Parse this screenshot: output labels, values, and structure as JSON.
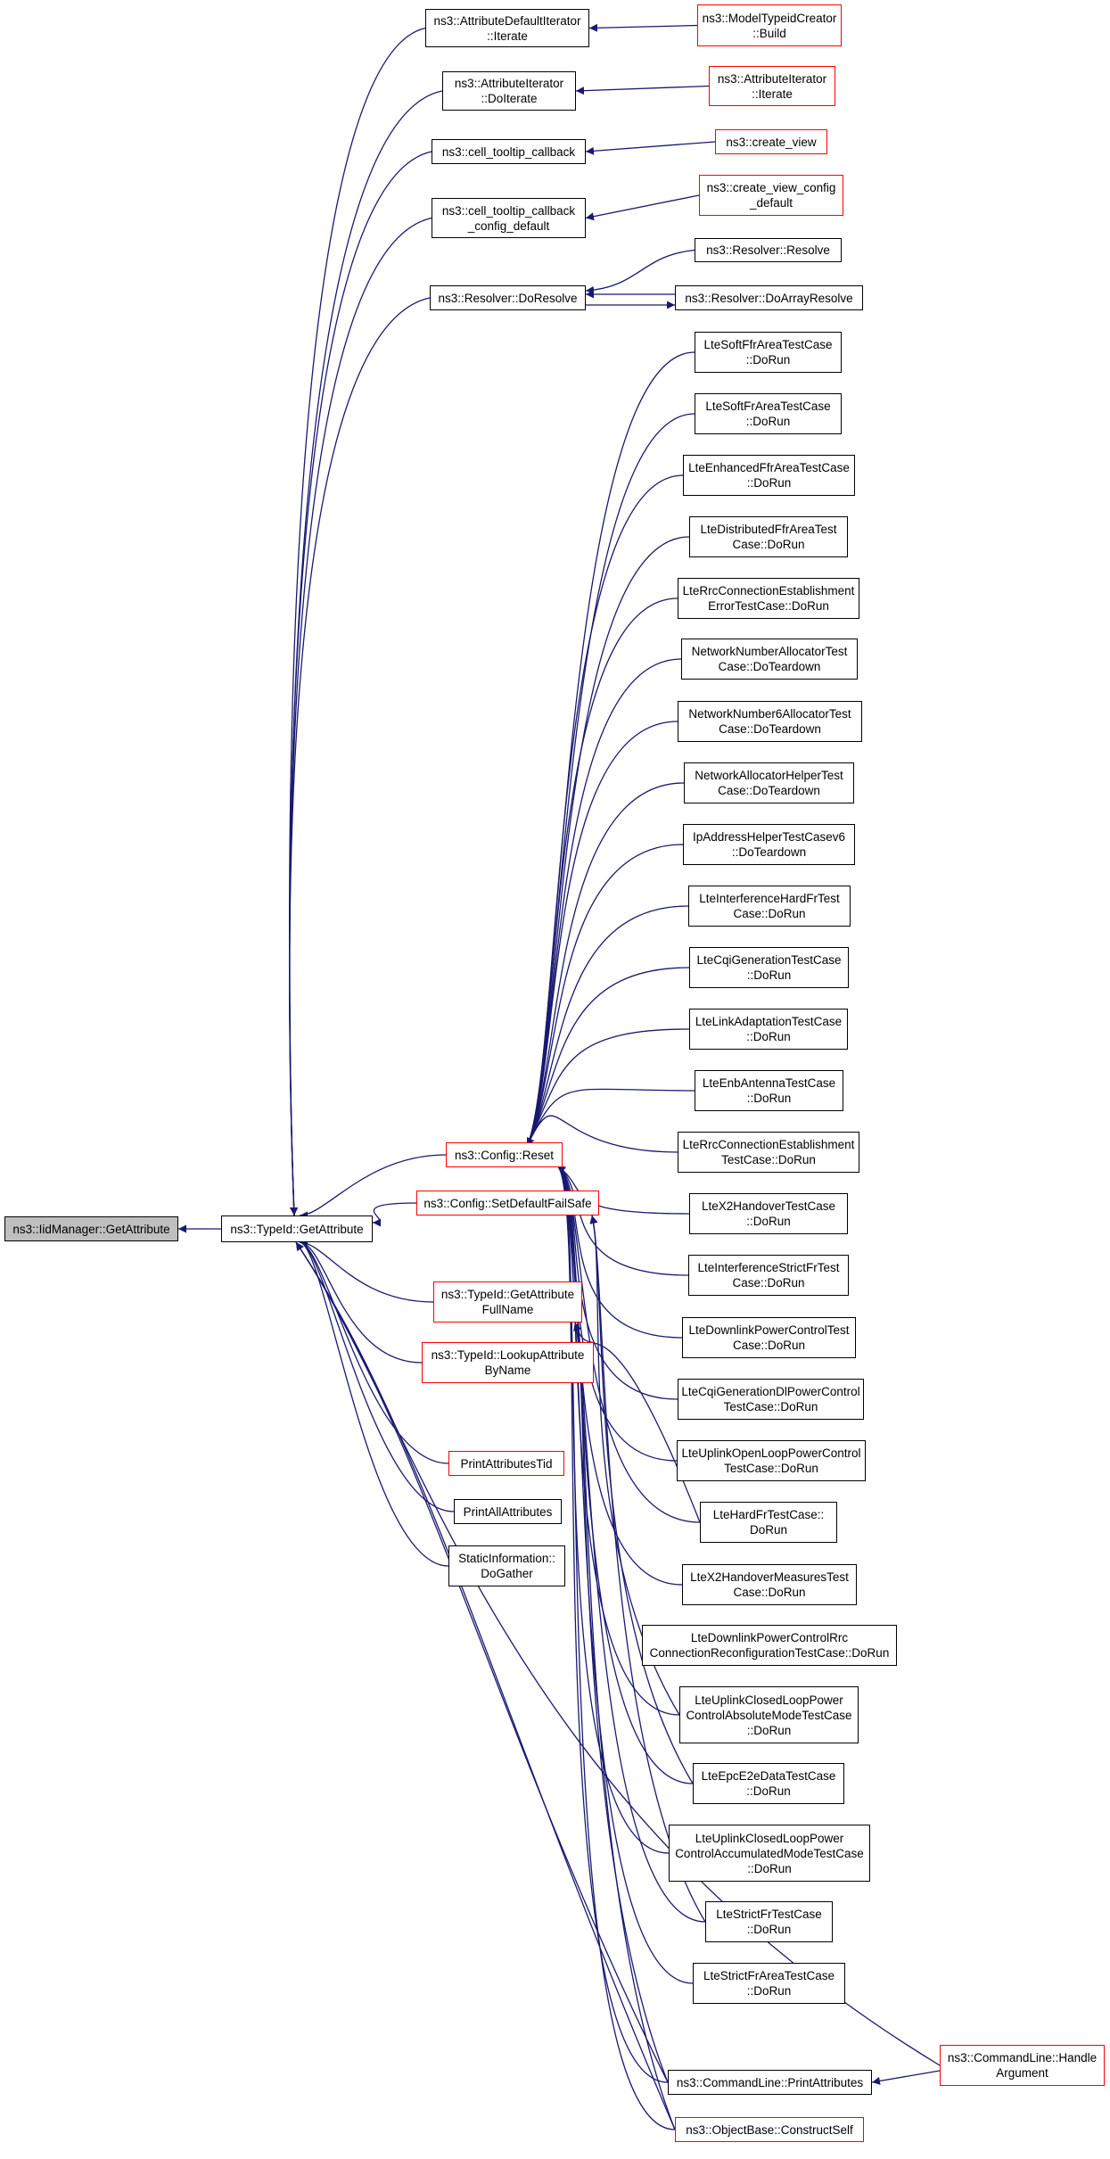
{
  "colors": {
    "edge": "#191970",
    "node_border": "#000000",
    "link_border": "#ff0000",
    "root_fill": "#bfbfbf"
  },
  "nodes": {
    "iid_get_attribute": [
      "ns3::IidManager::GetAttribute"
    ],
    "typeid_get_attribute": [
      "ns3::TypeId::GetAttribute"
    ],
    "attr_default_iterate": [
      "ns3::AttributeDefaultIterator",
      "::Iterate"
    ],
    "model_typeid_build": [
      "ns3::ModelTypeidCreator",
      "::Build"
    ],
    "attr_iterator_doiterate": [
      "ns3::AttributeIterator",
      "::DoIterate"
    ],
    "attr_iterator_iterate": [
      "ns3::AttributeIterator",
      "::Iterate"
    ],
    "cell_tooltip_callback": [
      "ns3::cell_tooltip_callback"
    ],
    "create_view": [
      "ns3::create_view"
    ],
    "cell_tooltip_callback_config": [
      "ns3::cell_tooltip_callback",
      "_config_default"
    ],
    "create_view_config_default": [
      "ns3::create_view_config",
      "_default"
    ],
    "resolver_resolve": [
      "ns3::Resolver::Resolve"
    ],
    "resolver_doresolve": [
      "ns3::Resolver::DoResolve"
    ],
    "resolver_doarrayresolve": [
      "ns3::Resolver::DoArrayResolve"
    ],
    "lte_soft_ffr": [
      "LteSoftFfrAreaTestCase",
      "::DoRun"
    ],
    "lte_soft_fr": [
      "LteSoftFrAreaTestCase",
      "::DoRun"
    ],
    "lte_enhanced_ffr": [
      "LteEnhancedFfrAreaTestCase",
      "::DoRun"
    ],
    "lte_distributed_ffr": [
      "LteDistributedFfrAreaTest",
      "Case::DoRun"
    ],
    "lte_rrc_error": [
      "LteRrcConnectionEstablishment",
      "ErrorTestCase::DoRun"
    ],
    "network_number_alloc": [
      "NetworkNumberAllocatorTest",
      "Case::DoTeardown"
    ],
    "network_number6_alloc": [
      "NetworkNumber6AllocatorTest",
      "Case::DoTeardown"
    ],
    "network_alloc_helper": [
      "NetworkAllocatorHelperTest",
      "Case::DoTeardown"
    ],
    "ip_address_helper_v6": [
      "IpAddressHelperTestCasev6",
      "::DoTeardown"
    ],
    "lte_interference_hard_fr": [
      "LteInterferenceHardFrTest",
      "Case::DoRun"
    ],
    "lte_cqi_generation": [
      "LteCqiGenerationTestCase",
      "::DoRun"
    ],
    "lte_link_adaptation": [
      "LteLinkAdaptationTestCase",
      "::DoRun"
    ],
    "lte_enb_antenna": [
      "LteEnbAntennaTestCase",
      "::DoRun"
    ],
    "lte_rrc_establishment": [
      "LteRrcConnectionEstablishment",
      "TestCase::DoRun"
    ],
    "config_reset": [
      "ns3::Config::Reset"
    ],
    "lte_x2_handover": [
      "LteX2HandoverTestCase",
      "::DoRun"
    ],
    "config_set_default_failsafe": [
      "ns3::Config::SetDefaultFailSafe"
    ],
    "lte_interference_strict_fr": [
      "LteInterferenceStrictFrTest",
      "Case::DoRun"
    ],
    "typeid_get_attribute_fullname": [
      "ns3::TypeId::GetAttribute",
      "FullName"
    ],
    "lte_downlink_power_control": [
      "LteDownlinkPowerControlTest",
      "Case::DoRun"
    ],
    "typeid_lookup_attribute_byname": [
      "ns3::TypeId::LookupAttribute",
      "ByName"
    ],
    "lte_cqi_generation_dl_power": [
      "LteCqiGenerationDlPowerControl",
      "TestCase::DoRun"
    ],
    "lte_uplink_open_loop": [
      "LteUplinkOpenLoopPowerControl",
      "TestCase::DoRun"
    ],
    "print_attributes_tid": [
      "PrintAttributesTid"
    ],
    "print_all_attributes": [
      "PrintAllAttributes"
    ],
    "lte_hard_fr": [
      "LteHardFrTestCase::",
      "DoRun"
    ],
    "static_information_dogather": [
      "StaticInformation::",
      "DoGather"
    ],
    "lte_x2_handover_measures": [
      "LteX2HandoverMeasuresTest",
      "Case::DoRun"
    ],
    "lte_downlink_power_rrc": [
      "LteDownlinkPowerControlRrc",
      "ConnectionReconfigurationTestCase::DoRun"
    ],
    "lte_uplink_closed_abs": [
      "LteUplinkClosedLoopPower",
      "ControlAbsoluteModeTestCase",
      "::DoRun"
    ],
    "lte_epc_e2e_data": [
      "LteEpcE2eDataTestCase",
      "::DoRun"
    ],
    "lte_uplink_closed_acc": [
      "LteUplinkClosedLoopPower",
      "ControlAccumulatedModeTestCase",
      "::DoRun"
    ],
    "lte_strict_fr": [
      "LteStrictFrTestCase",
      "::DoRun"
    ],
    "lte_strict_ffr_area": [
      "LteStrictFrAreaTestCase",
      "::DoRun"
    ],
    "commandline_handle_argument": [
      "ns3::CommandLine::Handle",
      "Argument"
    ],
    "commandline_print_attributes": [
      "ns3::CommandLine::PrintAttributes"
    ],
    "objectbase_construct_self": [
      "ns3::ObjectBase::ConstructSelf"
    ]
  }
}
